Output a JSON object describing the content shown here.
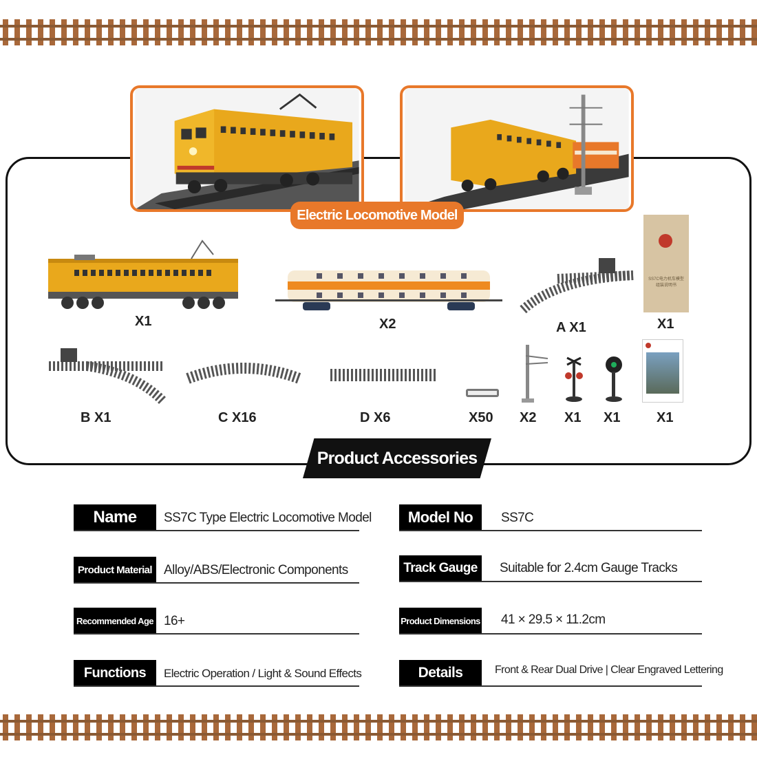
{
  "banners": {
    "electric": "Electric Locomotive Model",
    "accessories": "Product Accessories"
  },
  "accessories": [
    {
      "name": "locomotive",
      "qty": "X1"
    },
    {
      "name": "passenger-car",
      "qty": "X2"
    },
    {
      "name": "switch-track-a",
      "qty": "A  X1"
    },
    {
      "name": "manual-booklet",
      "qty": "X1"
    },
    {
      "name": "switch-track-b",
      "qty": "B  X1"
    },
    {
      "name": "curved-track-c",
      "qty": "C  X16"
    },
    {
      "name": "straight-track-d",
      "qty": "D  X6"
    },
    {
      "name": "connector",
      "qty": "X50"
    },
    {
      "name": "catenary-pole",
      "qty": "X2"
    },
    {
      "name": "crossing-signal",
      "qty": "X1"
    },
    {
      "name": "traffic-signal",
      "qty": "X1"
    },
    {
      "name": "photo-card",
      "qty": "X1"
    }
  ],
  "booklet_text": "SS7C电力机车模型 组装说明书",
  "specs": {
    "name": {
      "label": "Name",
      "value": "SS7C Type Electric Locomotive Model"
    },
    "model_no": {
      "label": "Model No",
      "value": "SS7C"
    },
    "material": {
      "label": "Product Material",
      "value": "Alloy/ABS/Electronic Components"
    },
    "gauge": {
      "label": "Track Gauge",
      "value": "Suitable for 2.4cm Gauge Tracks"
    },
    "age": {
      "label": "Recommended Age",
      "value": "16+"
    },
    "dimensions": {
      "label": "Product Dimensions",
      "value": "41 × 29.5 × 11.2cm"
    },
    "functions": {
      "label": "Functions",
      "value": "Electric Operation / Light & Sound Effects"
    },
    "details": {
      "label": "Details",
      "value": "Front & Rear Dual Drive | Clear Engraved Lettering"
    }
  },
  "colors": {
    "accent_orange": "#e8782a",
    "loco_yellow": "#e9a81c",
    "rail_brown": "#9a5a2a",
    "frame_black": "#111111"
  }
}
